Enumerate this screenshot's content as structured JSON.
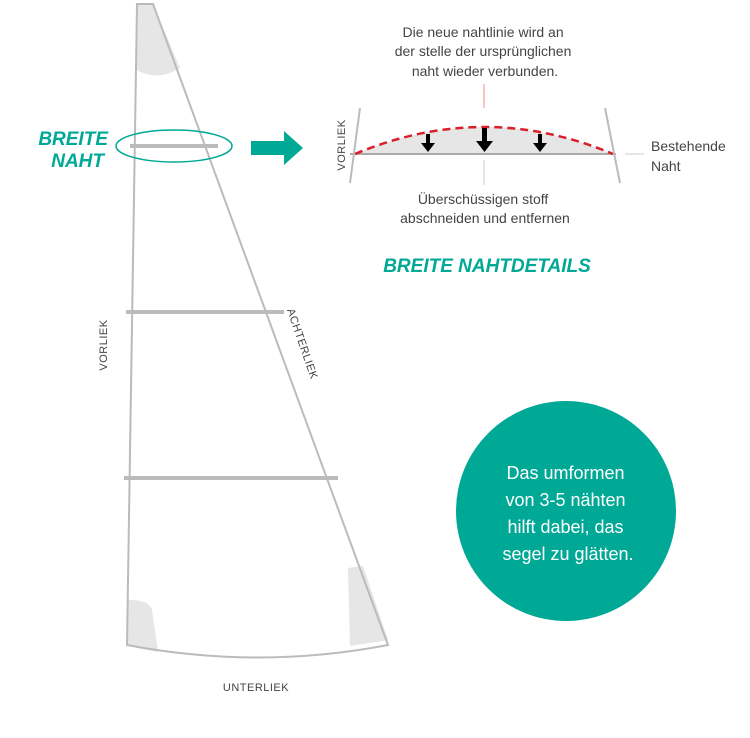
{
  "labels": {
    "breite_naht_1": "BREITE",
    "breite_naht_2": "NAHT",
    "vorliek": "VORLIEK",
    "achterliek": "ACHTERLIEK",
    "unterliek": "UNTERLIEK",
    "detail_vorliek": "VORLIEK",
    "detail_title": "BREITE NAHTDETAILS",
    "top_note": [
      "Die neue nahtlinie wird an",
      "der stelle der ursprünglichen",
      "naht wieder verbunden."
    ],
    "bottom_note": [
      "Überschüssigen stoff",
      "abschneiden und entfernen"
    ],
    "existing": [
      "Bestehende",
      "Naht"
    ],
    "circle_text": [
      "Das umformen",
      "von 3-5 nähten",
      "hilft dabei, das",
      "segel zu glätten."
    ]
  },
  "colors": {
    "accent": "#00a896",
    "cut_line": "#d9202a",
    "sail_line": "#bbbbbb",
    "patch": "#e6e6e6"
  }
}
